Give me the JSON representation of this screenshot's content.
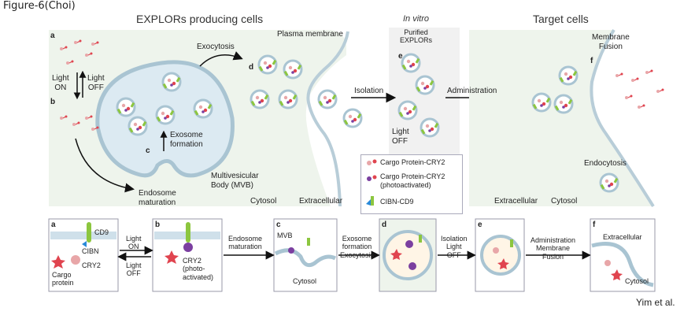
{
  "figure_title": "Figure-6(Choi)",
  "headers": {
    "left": "EXPLORs producing cells",
    "middle": "In vitro",
    "right": "Target cells"
  },
  "top": {
    "panel_letters": [
      "a",
      "b",
      "c",
      "d",
      "e",
      "f"
    ],
    "light_on": [
      "Light",
      "ON"
    ],
    "light_off": [
      "Light",
      "OFF"
    ],
    "exocytosis": "Exocytosis",
    "plasma_membrane": "Plasma membrane",
    "purified": [
      "Purified",
      "EXPLORs"
    ],
    "isolation": "Isolation",
    "administration": "Administration",
    "membrane_fusion": [
      "Membrane",
      "Fusion"
    ],
    "exosome_formation": [
      "Exosome",
      "formation"
    ],
    "mvb": [
      "Multivesicular",
      "Body (MVB)"
    ],
    "endosome_maturation": [
      "Endosome",
      "maturation"
    ],
    "cytosol": "Cytosol",
    "extracellular": "Extracellular",
    "light_off_vitro": [
      "Light",
      "OFF"
    ],
    "endocytosis": "Endocytosis",
    "extracellular_right": "Extracellular",
    "cytosol_right": "Cytosol"
  },
  "legend": {
    "items": [
      {
        "label": "Cargo Protein-CRY2"
      },
      {
        "label": "Cargo Protein-CRY2",
        "sub": "(photoactivated)"
      },
      {
        "label": "CIBN-CD9"
      }
    ]
  },
  "bottom": {
    "a": {
      "letter": "a",
      "cd9": "CD9",
      "cibn": "CIBN",
      "cry2": "CRY2",
      "cargo": [
        "Cargo",
        "protein"
      ]
    },
    "light_on": [
      "Light",
      "ON"
    ],
    "light_off": [
      "Light",
      "OFF"
    ],
    "b": {
      "letter": "b",
      "cry2": [
        "CRY2",
        "(photo-",
        "activated)"
      ]
    },
    "endosome_maturation": [
      "Endosome",
      "maturation"
    ],
    "c": {
      "letter": "c",
      "mvb": "MVB",
      "cytosol": "Cytosol"
    },
    "exosome": [
      "Exosome",
      "formation",
      "Exocytosis"
    ],
    "d": {
      "letter": "d"
    },
    "isolation": [
      "Isolation",
      "Light",
      "OFF"
    ],
    "e": {
      "letter": "e"
    },
    "administration": [
      "Administration",
      "Membrane",
      "Fusion"
    ],
    "f": {
      "letter": "f",
      "extracellular": "Extracellular",
      "cytosol": "Cytosol"
    }
  },
  "credit": "Yim et al.",
  "colors": {
    "cell_bg": "#eef4ec",
    "mvb_fill": "#dceaf2",
    "membrane": "#b8cdd8",
    "vitro_bg": "#f1f1f1",
    "cargo_red": "#e0444f",
    "cry2_pink": "#e8a6a8",
    "cry2_purple": "#7b3fa0",
    "cibn_green": "#8cc63f",
    "cibn_blue": "#2a8ad8"
  }
}
